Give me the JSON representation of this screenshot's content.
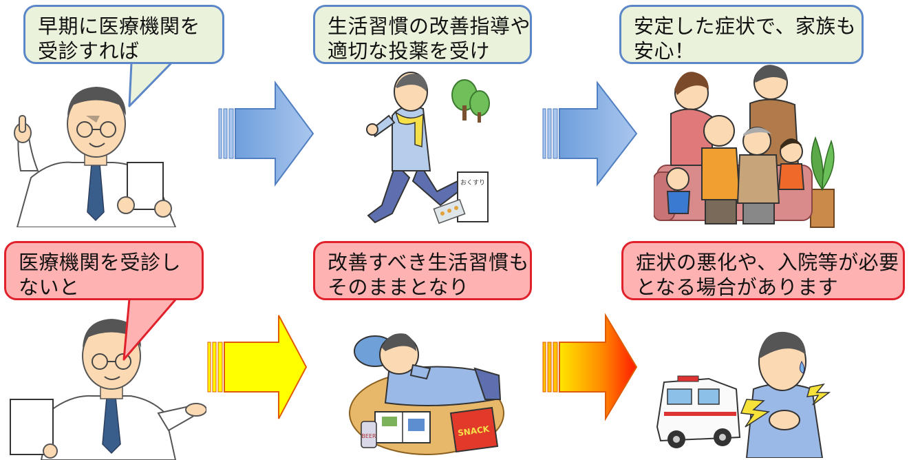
{
  "top_row": {
    "step1": {
      "line1": "早期に医療機関を",
      "line2": "受診すれば"
    },
    "step2": {
      "line1": "生活習慣の改善指導や",
      "line2": "適切な投薬を受け"
    },
    "step3": {
      "line1": "安定した症状で、家族も",
      "line2": "安心！"
    }
  },
  "bottom_row": {
    "step1": {
      "line1": "医療機関を受診し",
      "line2": "ないと"
    },
    "step2": {
      "line1": "改善すべき生活習慣も",
      "line2": "そのままとなり"
    },
    "step3": {
      "line1": "症状の悪化や、入院等が必要",
      "line2": "となる場合があります"
    }
  },
  "illustration_text": {
    "medicine_bag": "おくすり",
    "snack_bag": "SNACK",
    "beer_can": "BEER"
  },
  "colors": {
    "good_bubble_fill": "#ebf2dc",
    "good_bubble_border": "#5b87c8",
    "bad_bubble_fill": "#ffb2b2",
    "bad_bubble_border": "#e0202a",
    "good_arrow": "#8eb4e3",
    "bad_arrow_1": "#ffff00",
    "bad_arrow_2": "#ff3300"
  },
  "icons": [
    "doctor-pointing-icon",
    "jogging-man-icon",
    "happy-family-icon",
    "doctor-presenting-icon",
    "lounging-man-icon",
    "sick-man-ambulance-icon"
  ]
}
